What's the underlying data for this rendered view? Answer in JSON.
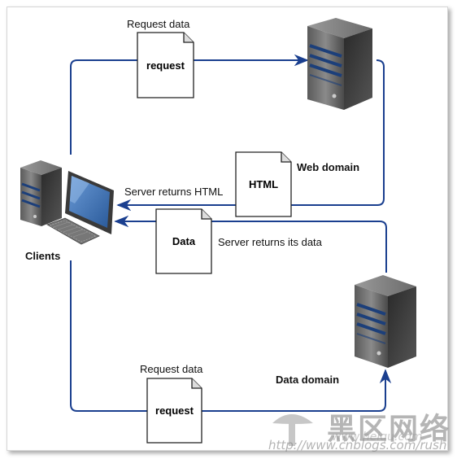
{
  "labels": {
    "request_data_top": "Request data",
    "request_doc_top": "request",
    "html_doc": "HTML",
    "web_domain": "Web domain",
    "server_returns_html": "Server returns HTML",
    "data_doc": "Data",
    "server_returns_data": "Server returns its data",
    "clients": "Clients",
    "data_domain": "Data domain",
    "request_data_bottom": "Request data",
    "request_doc_bottom": "request"
  },
  "watermark": {
    "brand": "黑区网络",
    "url_back": "www.heiqu.com",
    "url_front": "http://www.cnblogs.com/rush"
  },
  "colors": {
    "connector": "#1a3f8f",
    "server_dark": "#3a3a3a",
    "server_stripe": "#1c3f7a",
    "screen": "#3b6fb0"
  }
}
